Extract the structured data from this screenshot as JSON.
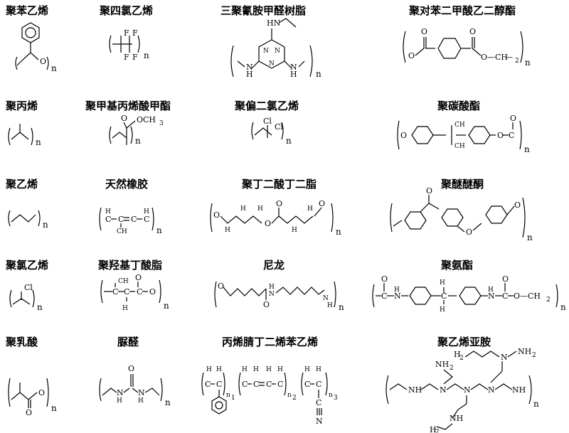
{
  "polymers": [
    {
      "name": "聚苯乙烯"
    },
    {
      "name": "聚四氯乙烯"
    },
    {
      "name": "三聚氰胺甲醛树脂"
    },
    {
      "name": "聚对苯二甲酸乙二醇酯"
    },
    {
      "name": "聚丙烯"
    },
    {
      "name": "聚甲基丙烯酸甲酯"
    },
    {
      "name": "聚偏二氯乙烯"
    },
    {
      "name": "聚碳酸酯"
    },
    {
      "name": "聚乙烯"
    },
    {
      "name": "天然橡胶"
    },
    {
      "name": "聚丁二酸丁二脂"
    },
    {
      "name": "聚醚醚酮"
    },
    {
      "name": "聚氯乙烯"
    },
    {
      "name": "聚羟基丁酸脂"
    },
    {
      "name": "尼龙"
    },
    {
      "name": "聚氨酯"
    },
    {
      "name": "聚乳酸"
    },
    {
      "name": "脲醛"
    },
    {
      "name": "丙烯腈丁二烯苯乙烯"
    },
    {
      "name": "聚乙烯亚胺"
    }
  ],
  "atoms": {
    "n": "n",
    "n1": "n",
    "n1sub": "1",
    "n2": "n",
    "n2sub": "2",
    "n3": "n",
    "n3sub": "3",
    "F": "F",
    "Cl": "Cl",
    "O": "O",
    "C": "C",
    "H": "H",
    "H2": "H",
    "two": "2",
    "three": "3",
    "NH": "NH",
    "HN": "HN",
    "N": "N",
    "H2N": "H",
    "NH2": "NH",
    "ocH3": "OCH",
    "CH3": "CH",
    "CH2": "CH",
    "OCH2CH2": "O—CH",
    "dash": "—"
  }
}
